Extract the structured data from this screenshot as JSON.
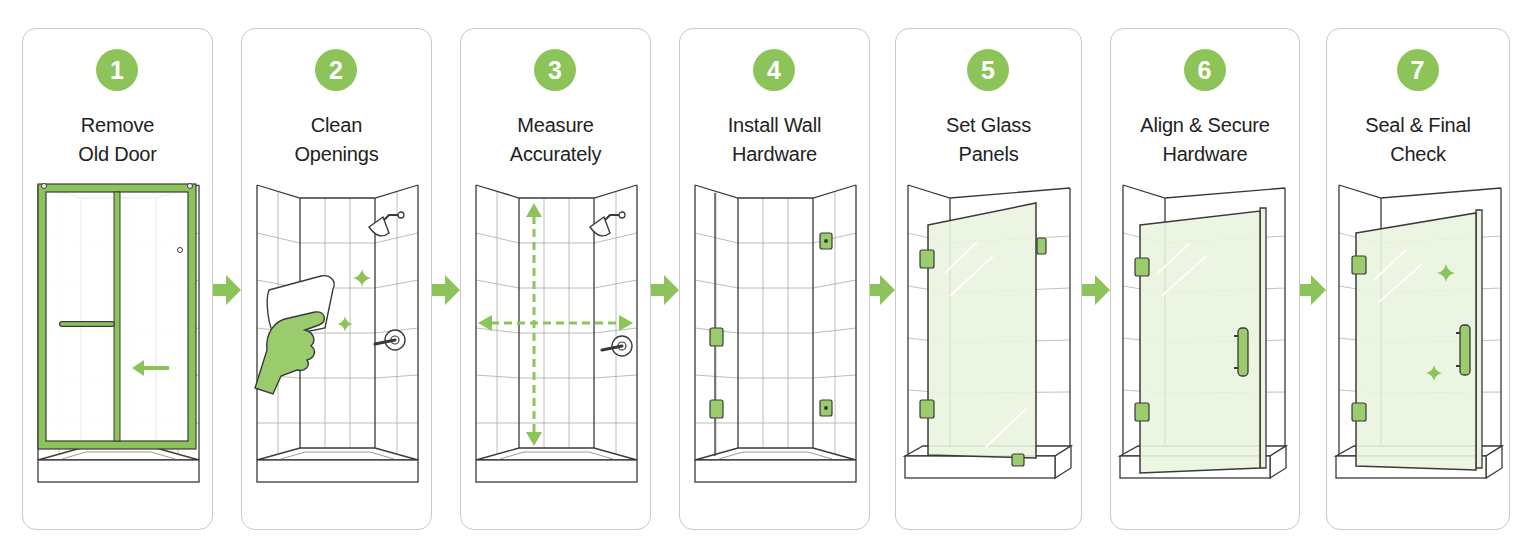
{
  "diagram": {
    "nodes": [
      {
        "text": [
          "Remove Old Door"
        ]
      },
      {
        "text": [
          "1"
        ],
        "in": 0
      },
      {
        "text": [
          "Clean Openings"
        ]
      },
      {
        "text": [
          "2"
        ],
        "in": 2
      },
      {
        "text": [
          "Measure Accurately"
        ]
      },
      {
        "text": [
          "3"
        ],
        "in": 4
      },
      {
        "text": [
          "Install Wall Hardware"
        ]
      },
      {
        "text": [
          "4"
        ],
        "in": 6
      },
      {
        "text": [
          "Set Glass Panels"
        ]
      },
      {
        "text": [
          "5"
        ],
        "in": 8
      },
      {
        "text": [
          "Align & Secure Hardware"
        ]
      },
      {
        "text": [
          "6"
        ],
        "in": 10
      },
      {
        "text": [
          "Seal & Final Check"
        ]
      },
      {
        "text": [
          "7"
        ],
        "in": 12
      }
    ],
    "edges": [
      {
        "from": 0,
        "to": 2,
        "arrow": "to"
      },
      {
        "from": 2,
        "to": 4,
        "arrow": "to"
      },
      {
        "from": 4,
        "to": 6,
        "arrow": "to"
      },
      {
        "from": 6,
        "to": 8,
        "arrow": "to"
      },
      {
        "from": 8,
        "to": 10,
        "arrow": "to"
      },
      {
        "from": 10,
        "to": 12,
        "arrow": "to"
      }
    ]
  }
}
